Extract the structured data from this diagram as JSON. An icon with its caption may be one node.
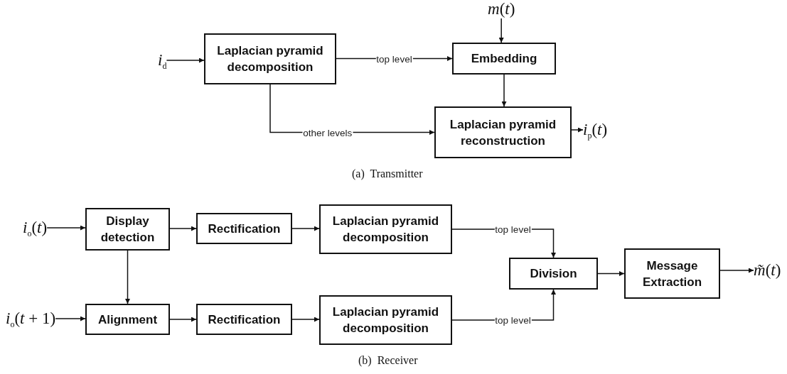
{
  "diagram": {
    "nodes": [
      {
        "text": [
          "*i*$_{d}$"
        ]
      },
      {
        "text": [
          "Laplacian pyramid decomposition"
        ]
      },
      {
        "text": [
          "*m*(*t*)"
        ]
      },
      {
        "text": [
          "Embedding"
        ]
      },
      {
        "text": [
          "Laplacian pyramid reconstruction"
        ]
      },
      {
        "text": [
          "*i*$_{p}$(*t*)"
        ]
      },
      {
        "text": [
          "*i*$_{o}$(*t*)"
        ]
      },
      {
        "text": [
          "Display detection"
        ]
      },
      {
        "text": [
          "Rectification"
        ]
      },
      {
        "text": [
          "Laplacian pyramid decomposition"
        ]
      },
      {
        "text": [
          "*i*$_{o}$(*t* + 1)"
        ]
      },
      {
        "text": [
          "Alignment"
        ]
      },
      {
        "text": [
          "Rectification"
        ]
      },
      {
        "text": [
          "Laplacian pyramid decomposition"
        ]
      },
      {
        "text": [
          "Division"
        ]
      },
      {
        "text": [
          "Message Extraction"
        ]
      },
      {
        "text": [
          "*m̃*(*t*)"
        ]
      }
    ],
    "edges": [
      {
        "from": 0,
        "to": 1,
        "arrow": "to"
      },
      {
        "from": 1,
        "to": 3,
        "arrow": "to",
        "label": "top level"
      },
      {
        "from": 2,
        "to": 3,
        "arrow": "to"
      },
      {
        "from": 3,
        "to": 4,
        "arrow": "to"
      },
      {
        "from": 1,
        "to": 4,
        "arrow": "to",
        "label": "other levels"
      },
      {
        "from": 4,
        "to": 5,
        "arrow": "to"
      },
      {
        "from": 6,
        "to": 7,
        "arrow": "to"
      },
      {
        "from": 7,
        "to": 8,
        "arrow": "to"
      },
      {
        "from": 8,
        "to": 9,
        "arrow": "to"
      },
      {
        "from": 7,
        "to": 11,
        "arrow": "to"
      },
      {
        "from": 10,
        "to": 11,
        "arrow": "to"
      },
      {
        "from": 11,
        "to": 12,
        "arrow": "to"
      },
      {
        "from": 12,
        "to": 13,
        "arrow": "to"
      },
      {
        "from": 9,
        "to": 14,
        "arrow": "to",
        "label": "top level"
      },
      {
        "from": 13,
        "to": 14,
        "arrow": "to",
        "label": "top level"
      },
      {
        "from": 14,
        "to": 15,
        "arrow": "to"
      },
      {
        "from": 15,
        "to": 16,
        "arrow": "to"
      }
    ],
    "labels": [
      "(a)  Transmitter",
      "(b)  Receiver"
    ]
  }
}
